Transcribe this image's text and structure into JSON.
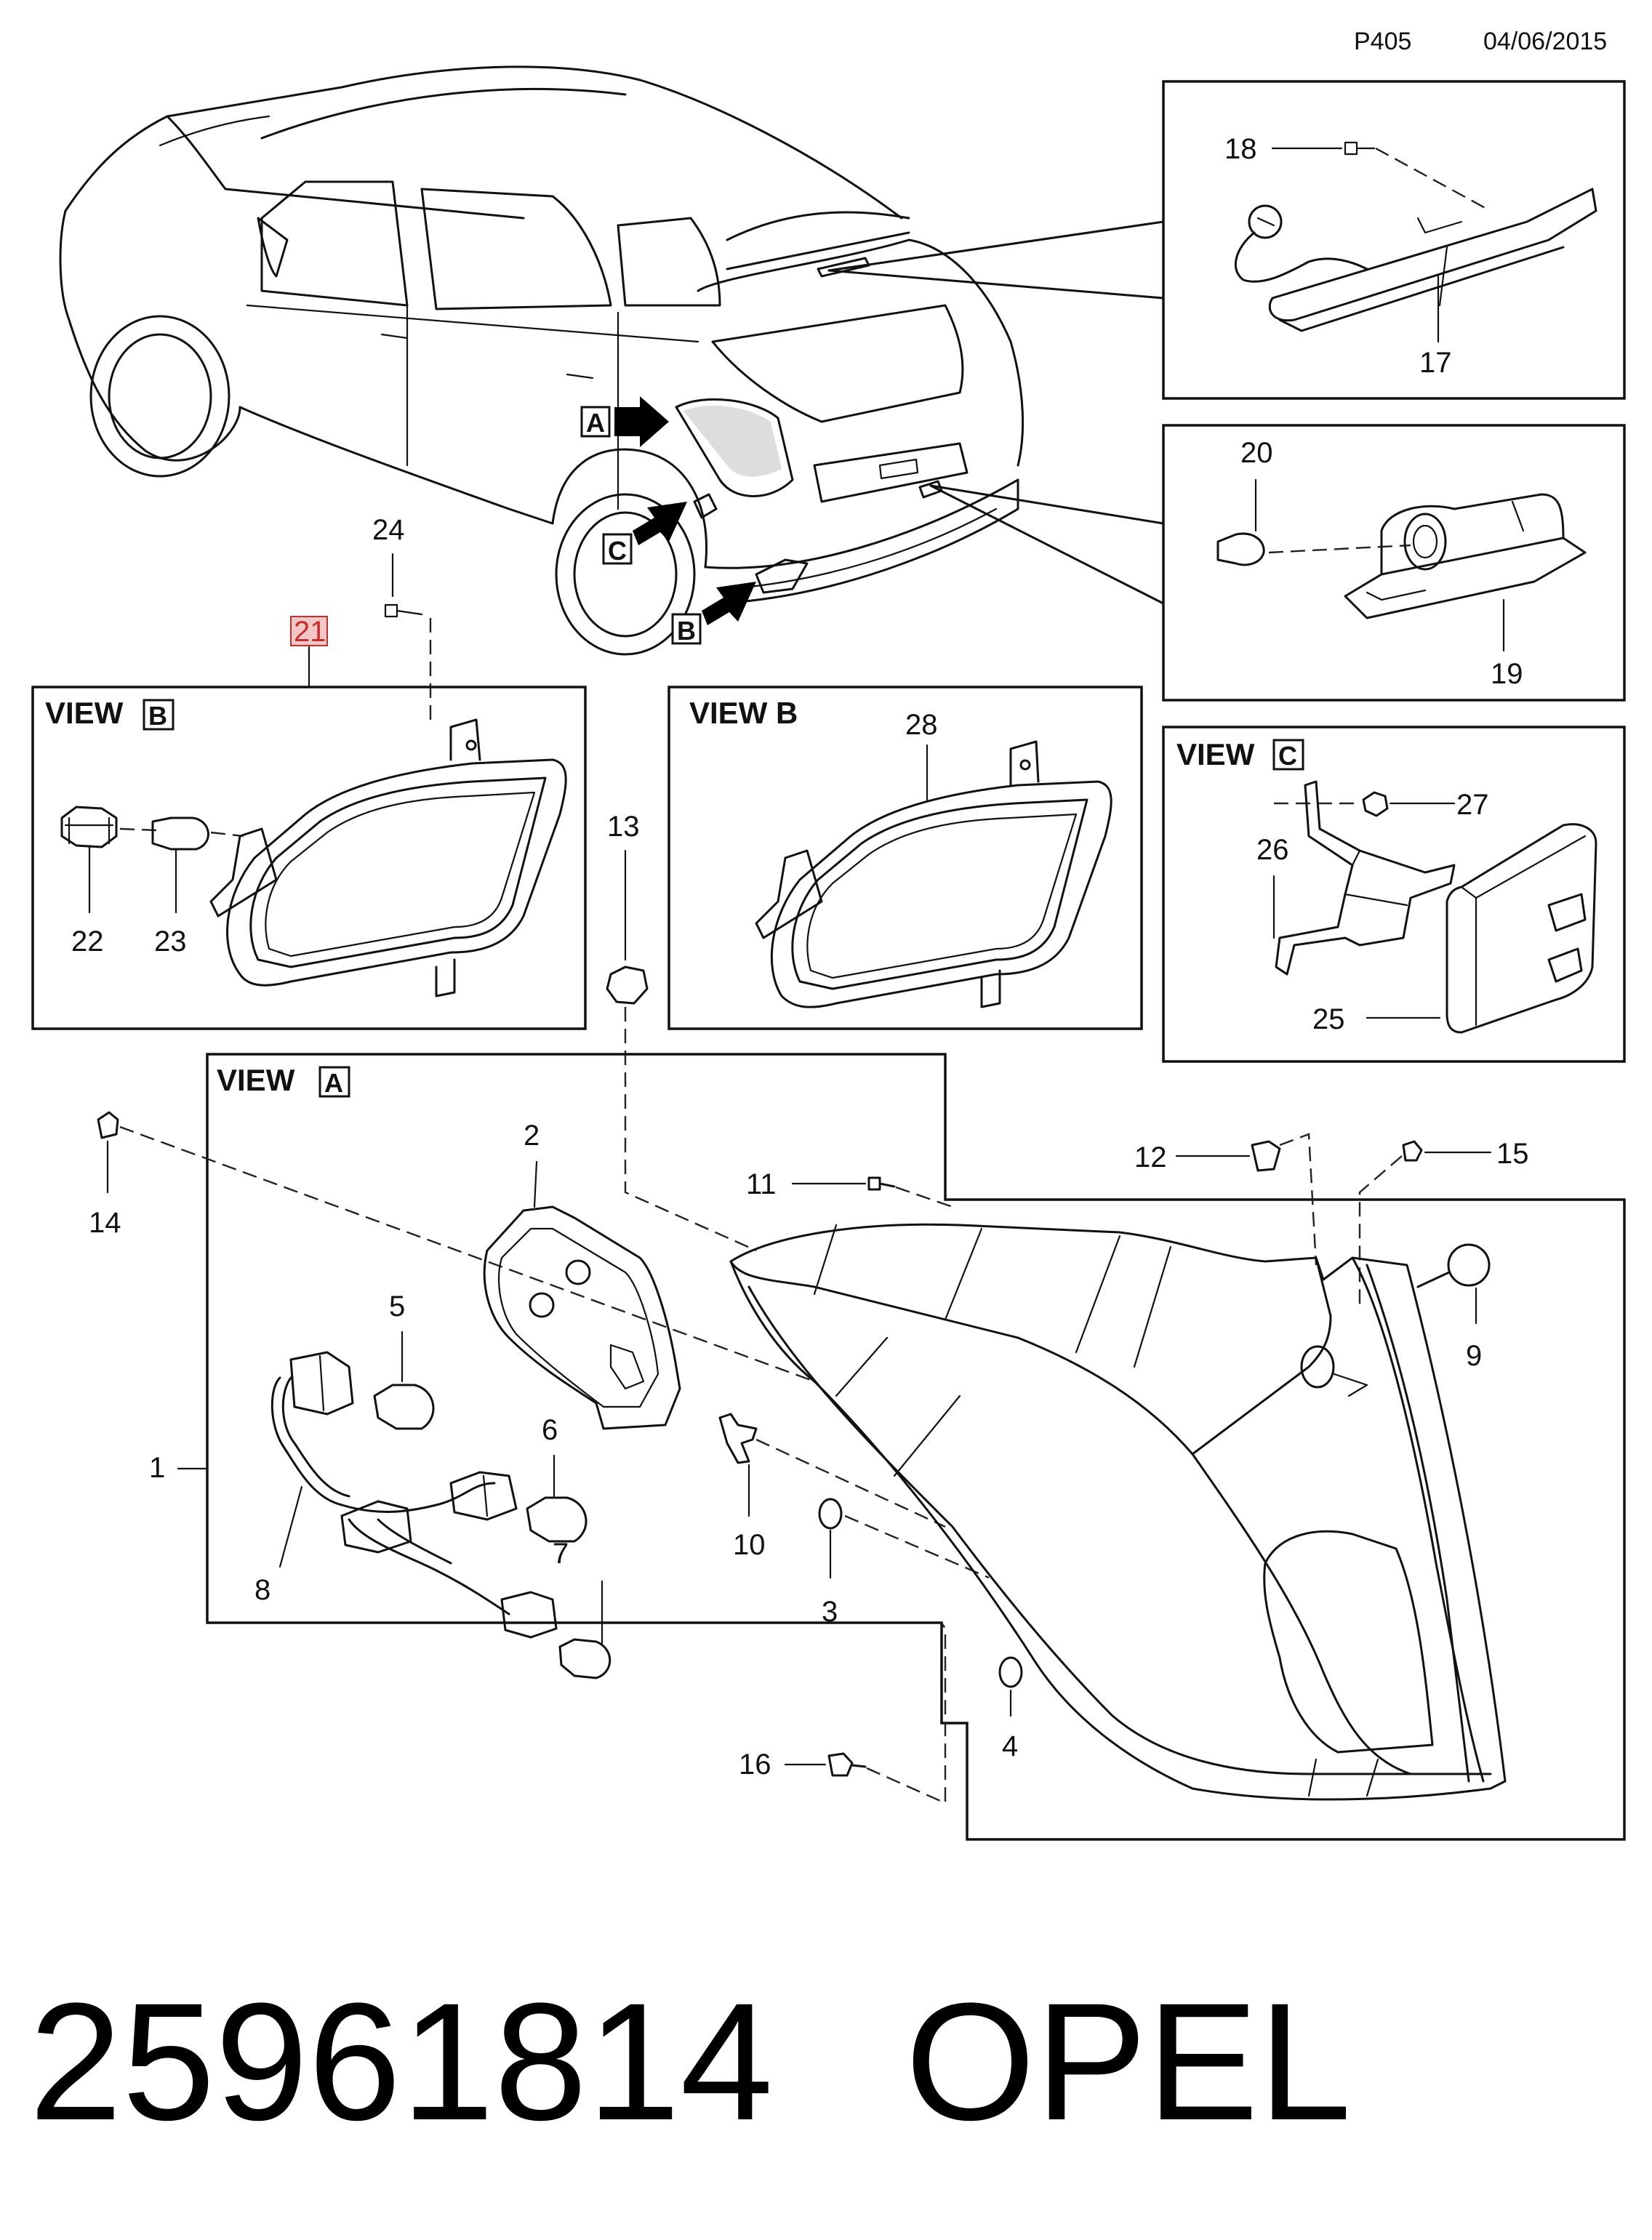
{
  "header": {
    "page_code": "P405",
    "date": "04/06/2015"
  },
  "views": {
    "a": {
      "prefix": "VIEW",
      "letter": "A"
    },
    "b_left": {
      "prefix": "VIEW",
      "letter": "B"
    },
    "b_right": {
      "label": "VIEW B"
    },
    "c": {
      "prefix": "VIEW",
      "letter": "C"
    }
  },
  "car_markers": {
    "a": "A",
    "b": "B",
    "c": "C"
  },
  "callouts": {
    "n1": "1",
    "n2": "2",
    "n3": "3",
    "n4": "4",
    "n5": "5",
    "n6": "6",
    "n7": "7",
    "n8": "8",
    "n9": "9",
    "n10": "10",
    "n11": "11",
    "n12": "12",
    "n13": "13",
    "n14": "14",
    "n15": "15",
    "n16": "16",
    "n17": "17",
    "n18": "18",
    "n19": "19",
    "n20": "20",
    "n21": "21",
    "n22": "22",
    "n23": "23",
    "n24": "24",
    "n25": "25",
    "n26": "26",
    "n27": "27",
    "n28": "28"
  },
  "footer": {
    "part_number": "25961814",
    "brand": "OPEL"
  }
}
